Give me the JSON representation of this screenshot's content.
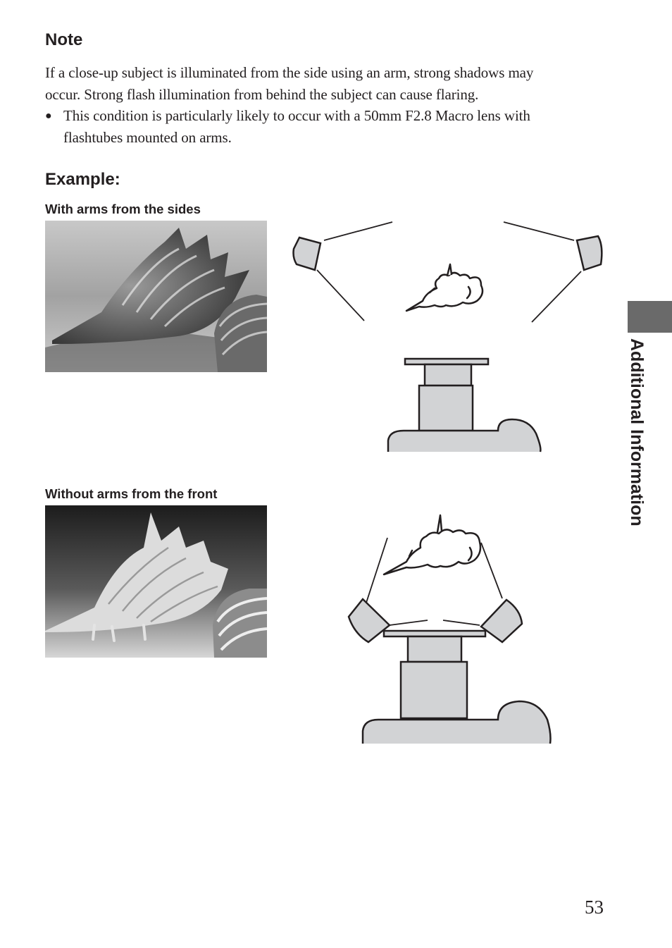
{
  "note": {
    "heading": "Note",
    "line1": "If a close-up subject is illuminated from the side using an arm, strong shadows may",
    "line2": "occur. Strong flash illumination from behind the subject can cause flaring.",
    "bullet_line1": "This condition is particularly likely to occur with a 50mm F2.8 Macro lens with",
    "bullet_line2": "flashtubes mounted on arms."
  },
  "example": {
    "heading": "Example:",
    "case_sides": "With arms from the sides",
    "case_front": "Without arms from the front"
  },
  "side_tab": {
    "label": "Additional Information"
  },
  "page_number": "53",
  "colors": {
    "text": "#231f20",
    "tab": "#6a6a6a",
    "diagram_fill": "#d2d3d5",
    "line": "#231f20"
  }
}
